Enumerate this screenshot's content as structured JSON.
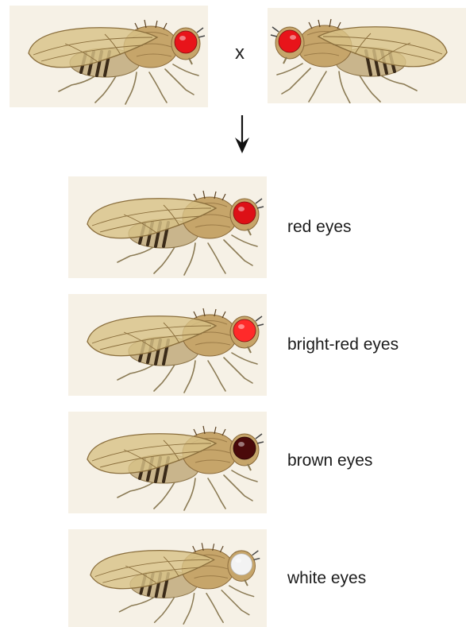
{
  "cross_symbol": "x",
  "parents": [
    {
      "eye_color": "#e8141a",
      "facing": "right"
    },
    {
      "eye_color": "#e8141a",
      "facing": "left"
    }
  ],
  "offspring": [
    {
      "label": "red eyes",
      "eye_color": "#dd1016"
    },
    {
      "label": "bright-red eyes",
      "eye_color": "#ff2a2a"
    },
    {
      "label": "brown eyes",
      "eye_color": "#4a0a0a"
    },
    {
      "label": "white eyes",
      "eye_color": "#f3f3f3"
    }
  ]
}
